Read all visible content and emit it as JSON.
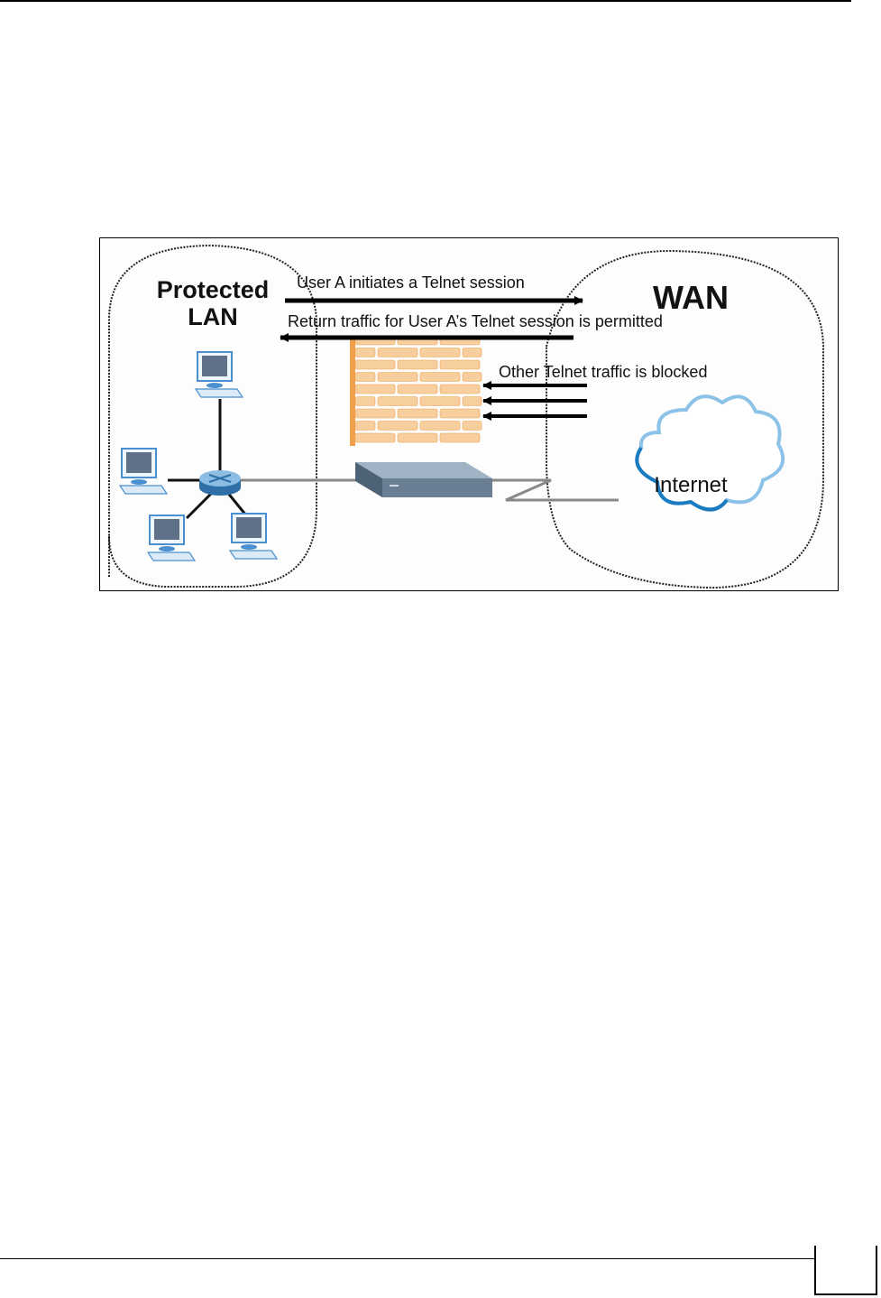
{
  "page": {
    "page_number": ""
  },
  "figure": {
    "lan_title_line1": "Protected",
    "lan_title_line2": "LAN",
    "wan_title": "WAN",
    "arrow_outbound_label": "User A initiates a Telnet session",
    "arrow_return_label": "Return traffic for User A’s Telnet session is permitted",
    "blocked_label": "Other Telnet traffic is blocked",
    "cloud_label": "Internet",
    "colors": {
      "brick_fill": "#f7cf9e",
      "brick_edge": "#f0a04a",
      "monitor_screen": "#5f7189",
      "monitor_frame": "#4a90d0",
      "device_top": "#9fb3c4",
      "device_front": "#6a7f93",
      "cloud_dark": "#1a7bc0",
      "cloud_light": "#8cc2e8",
      "link_gray": "#888888"
    }
  }
}
